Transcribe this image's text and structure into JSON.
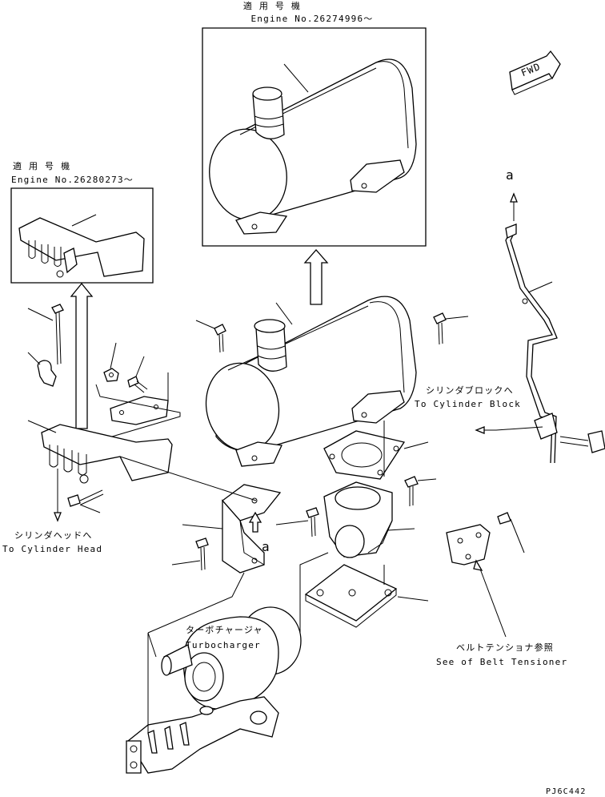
{
  "labels": {
    "top_applicable": "適 用 号 機",
    "top_engine_no": "Engine No.26274996～",
    "left_applicable": "適 用 号 機",
    "left_engine_no": "Engine No.26280273～",
    "fwd": "FWD",
    "point_a_top": "a",
    "point_a_bottom": "a",
    "cyl_block_jp": "シリンダブロックへ",
    "cyl_block_en": "To Cylinder Block",
    "cyl_head_jp": "シリンダヘッドへ",
    "cyl_head_en": "To Cylinder Head",
    "turbo_jp": "ターボチャージャ",
    "turbo_en": "Turbocharger",
    "belt_jp": "ベルトテンショナ参照",
    "belt_en": "See of Belt Tensioner",
    "drawing_code": "PJ6C442"
  }
}
